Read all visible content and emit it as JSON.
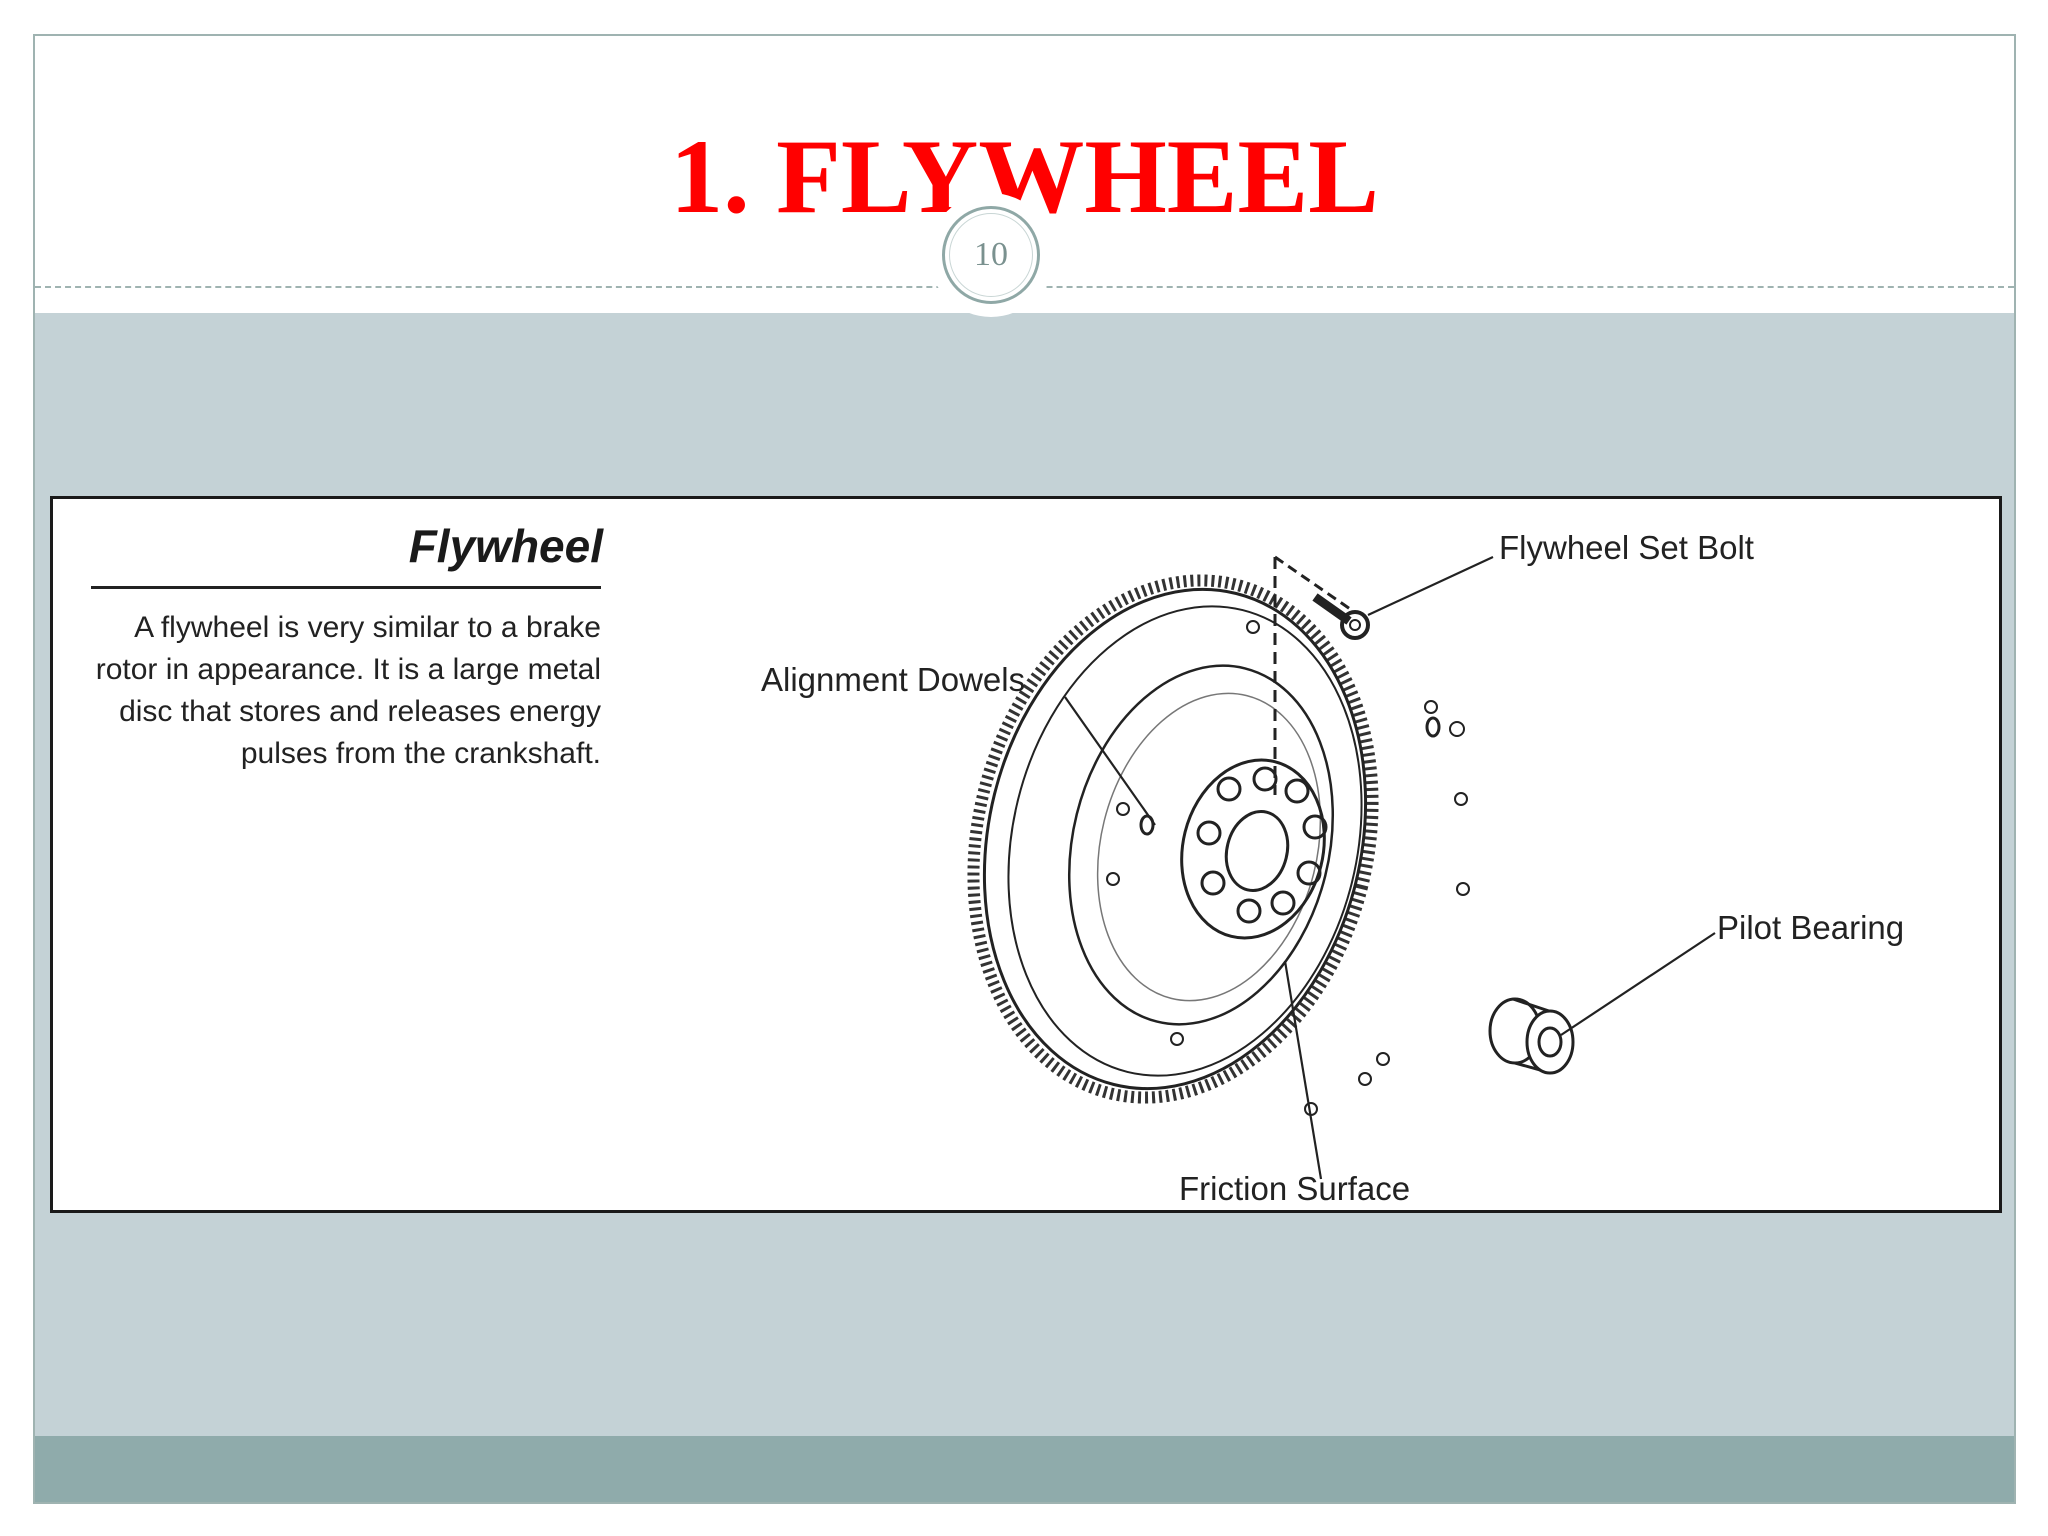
{
  "slide": {
    "title": "1. FLYWHEEL",
    "page_number": "10"
  },
  "figure": {
    "heading": "Flywheel",
    "body": "A flywheel is very similar to a brake rotor in appearance. It is a large metal disc that stores and releases energy pulses from the crankshaft.",
    "callouts": {
      "set_bolt": "Flywheel Set Bolt",
      "alignment_dowels": "Alignment Dowels",
      "pilot_bearing": "Pilot Bearing",
      "friction_surface": "Friction Surface"
    }
  },
  "colors": {
    "title": "#ff0000",
    "content_band": "#c4d2d6",
    "footer_band": "#8fabab",
    "accent_border": "#9fb3b1"
  }
}
